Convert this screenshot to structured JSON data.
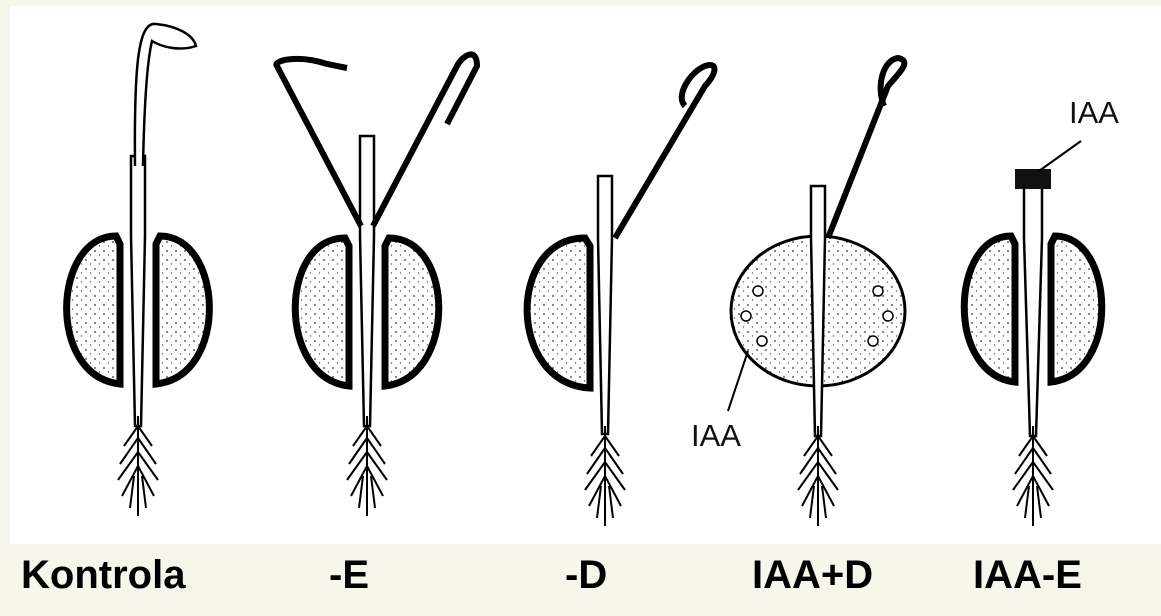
{
  "panels": [
    {
      "caption": "Kontrola"
    },
    {
      "caption": "-E"
    },
    {
      "caption": "-D"
    },
    {
      "caption": "IAA+D",
      "annotation": "IAA"
    },
    {
      "caption": "IAA-E",
      "annotation": "IAA"
    }
  ],
  "colors": {
    "background": "#f6f7ea",
    "panel": "#ffffff",
    "ink": "#000000"
  }
}
